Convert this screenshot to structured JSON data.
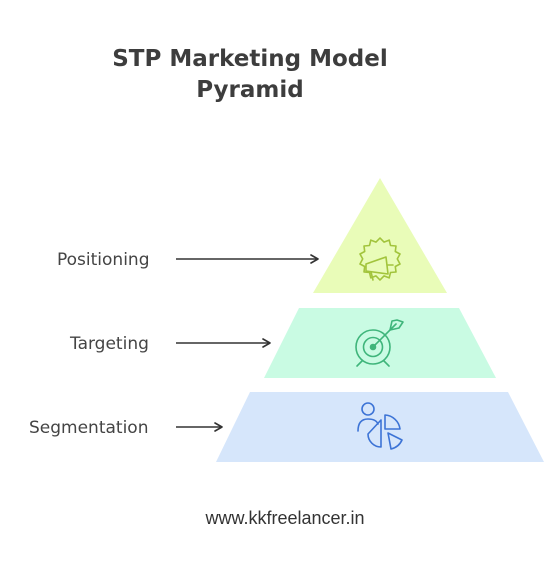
{
  "title": {
    "line1": "STP Marketing Model",
    "line2": "Pyramid"
  },
  "levels": [
    {
      "label": "Positioning",
      "icon": "megaphone-badge-icon",
      "fill": "#e9fcb8",
      "stroke": "#a2c43c"
    },
    {
      "label": "Targeting",
      "icon": "target-arrow-icon",
      "fill": "#c9fbe3",
      "stroke": "#3fb57b"
    },
    {
      "label": "Segmentation",
      "icon": "user-pie-chart-icon",
      "fill": "#d6e6fb",
      "stroke": "#3d74d6"
    }
  ],
  "footer": "www.kkfreelancer.in",
  "colors": {
    "text": "#444444",
    "arrow": "#333333"
  }
}
